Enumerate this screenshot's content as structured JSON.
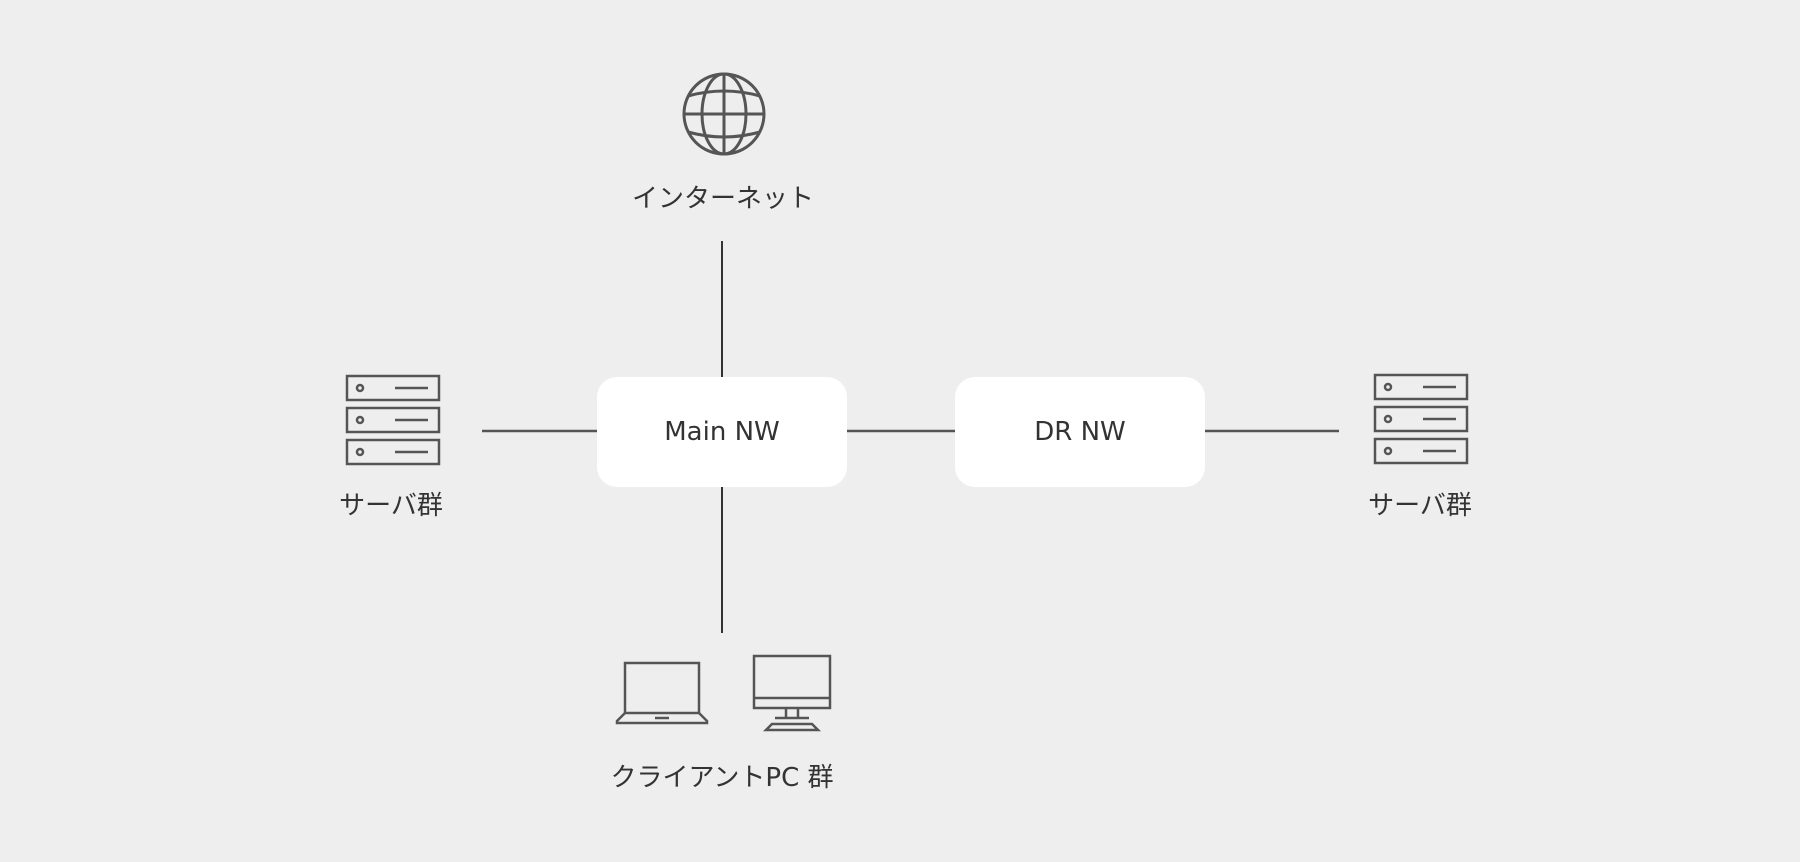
{
  "diagram": {
    "internet": {
      "label": "インターネット",
      "icon": "globe-icon"
    },
    "main_nw": {
      "label": "Main NW"
    },
    "dr_nw": {
      "label": "DR NW"
    },
    "server_group_left": {
      "label": "サーバ群",
      "icon": "server-rack-icon"
    },
    "server_group_right": {
      "label": "サーバ群",
      "icon": "server-rack-icon"
    },
    "client_pcs": {
      "label": "クライアントPC 群",
      "icons": [
        "laptop-icon",
        "desktop-monitor-icon"
      ]
    }
  },
  "colors": {
    "background": "#eeeeee",
    "node_fill": "#ffffff",
    "line": "#555555",
    "icon_stroke": "#555555",
    "text": "#333333"
  }
}
